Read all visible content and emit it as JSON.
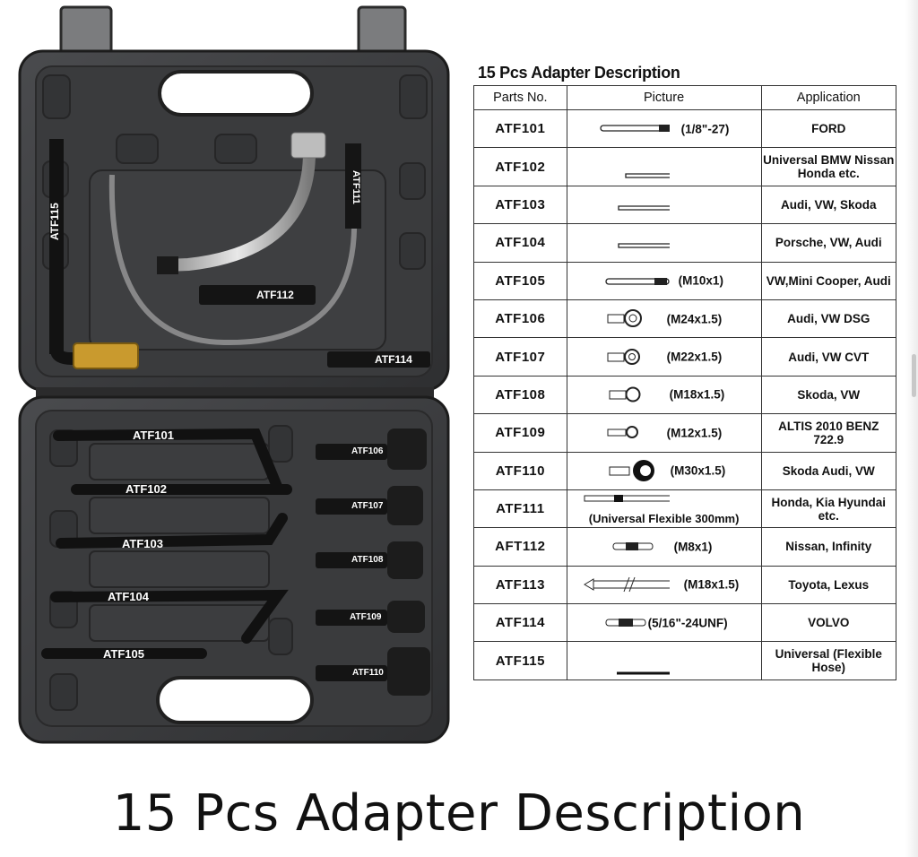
{
  "case": {
    "labels": [
      "ATF115",
      "ATF111",
      "ATF112",
      "ATF114",
      "ATF101",
      "ATF102",
      "ATF103",
      "ATF104",
      "ATF105",
      "ATF106",
      "ATF107",
      "ATF108",
      "ATF109",
      "ATF110"
    ]
  },
  "table": {
    "title": "15 Pcs Adapter Description",
    "headers": [
      "Parts No.",
      "Picture",
      "Application"
    ],
    "rows": [
      {
        "part": "ATF101",
        "pic": "(1/8\"-27)",
        "app": "FORD"
      },
      {
        "part": "ATF102",
        "pic": "",
        "app": "Universal BMW Nissan Honda etc."
      },
      {
        "part": "ATF103",
        "pic": "",
        "app": "Audi, VW, Skoda"
      },
      {
        "part": "ATF104",
        "pic": "",
        "app": "Porsche, VW, Audi"
      },
      {
        "part": "ATF105",
        "pic": "(M10x1)",
        "app": "VW,Mini Cooper, Audi"
      },
      {
        "part": "ATF106",
        "pic": "(M24x1.5)",
        "app": "Audi, VW DSG"
      },
      {
        "part": "ATF107",
        "pic": "(M22x1.5)",
        "app": "Audi, VW CVT"
      },
      {
        "part": "ATF108",
        "pic": "(M18x1.5)",
        "app": "Skoda, VW"
      },
      {
        "part": "ATF109",
        "pic": "(M12x1.5)",
        "app": "ALTIS 2010 BENZ 722.9"
      },
      {
        "part": "ATF110",
        "pic": "(M30x1.5)",
        "app": "Skoda Audi, VW"
      },
      {
        "part": "ATF111",
        "pic": "(Universal Flexible 300mm)",
        "app": "Honda, Kia Hyundai etc."
      },
      {
        "part": "AFT112",
        "pic": "(M8x1)",
        "app": "Nissan, Infinity"
      },
      {
        "part": "ATF113",
        "pic": "(M18x1.5)",
        "app": "Toyota, Lexus"
      },
      {
        "part": "ATF114",
        "pic": "(5/16\"-24UNF)",
        "app": "VOLVO"
      },
      {
        "part": "ATF115",
        "pic": "",
        "app": "Universal (Flexible Hose)"
      }
    ]
  },
  "caption": "15 Pcs Adapter Description",
  "colors": {
    "case": "#3a3b3d",
    "case_dark": "#262729",
    "tool": "#141414",
    "brass": "#c99a2e",
    "text": "#111111"
  }
}
